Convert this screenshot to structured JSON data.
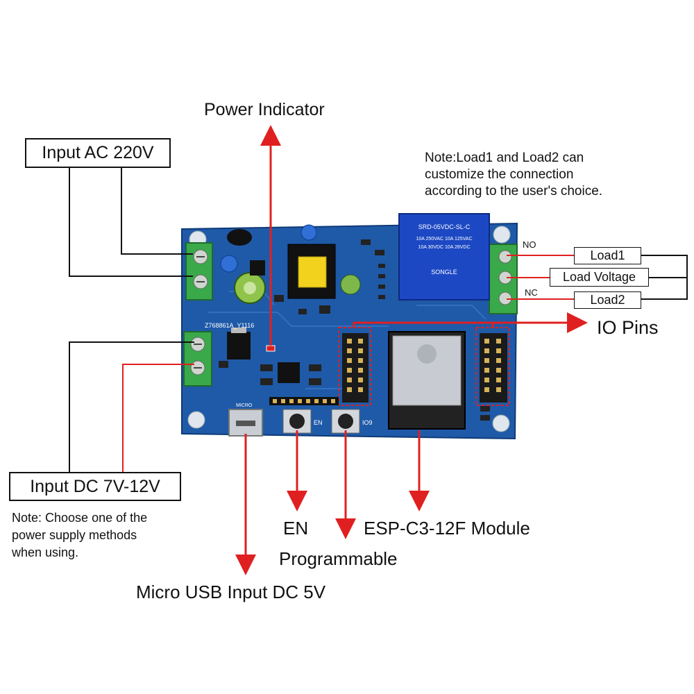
{
  "labels": {
    "power_indicator": "Power Indicator",
    "io_pins": "IO Pins",
    "en": "EN",
    "programmable": "Programmable",
    "module": "ESP-C3-12F Module",
    "micro_usb": "Micro USB Input DC 5V",
    "input_ac": "Input AC 220V",
    "input_dc": "Input DC 7V-12V",
    "load1": "Load1",
    "load_voltage": "Load Voltage",
    "load2": "Load2",
    "no": "NO",
    "nc": "NC"
  },
  "notes": {
    "load_note": [
      "Note:Load1 and Load2 can",
      "customize the connection",
      "according to the user's choice."
    ],
    "power_note": [
      "Note: Choose one of the",
      "power supply methods",
      "when using."
    ]
  },
  "board_text": {
    "relay_lines": [
      "SRD-05VDC-SL-C",
      "10A 250VAC  10A 125VAC",
      "10A 30VDC  10A 28VDC"
    ],
    "relay_brand": "SONGLE",
    "pcb_id": "Z768861A_Y1116",
    "micro": "MICRO",
    "button_en": "EN",
    "button_io9": "IO9"
  },
  "colors": {
    "pcb": "#1f5aa8",
    "pcb_dark": "#164a8c",
    "terminal": "#3aa94a",
    "arrow_red": "#e02020",
    "relay": "#1d48c4",
    "transformer": "#f2d21c"
  }
}
